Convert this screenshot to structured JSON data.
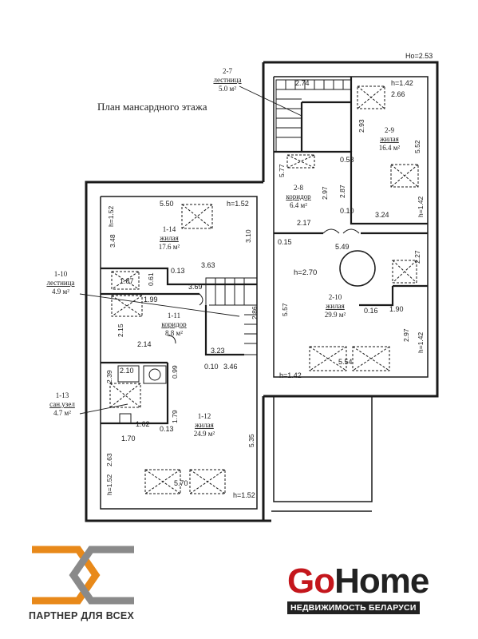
{
  "plan": {
    "title": "План мансардного этажа",
    "height_mark": "Ho=2.53",
    "rooms": [
      {
        "id": "2-7",
        "name": "лестница",
        "area": "5.0 м²"
      },
      {
        "id": "2-8",
        "name": "коридор",
        "area": "6.4 м²"
      },
      {
        "id": "2-9",
        "name": "жилая",
        "area": "16.4 м²"
      },
      {
        "id": "2-10",
        "name": "жилая",
        "area": "29.9 м²"
      },
      {
        "id": "1-14",
        "name": "жилая",
        "area": "17.6 м²"
      },
      {
        "id": "1-10",
        "name": "лестница",
        "area": "4.9 м²"
      },
      {
        "id": "1-11",
        "name": "коридор",
        "area": "8.8 м²"
      },
      {
        "id": "1-13",
        "name": "сан.узел",
        "area": "4.7 м²"
      },
      {
        "id": "1-12",
        "name": "жилая",
        "area": "24.9 м²"
      }
    ],
    "heights": {
      "h142": "h=1.42",
      "h152": "h=1.52",
      "h270": "h=2.70",
      "h152v": "h=1.52",
      "h142v": "h=1.42"
    },
    "dims": {
      "d274": "2.74",
      "d266": "2.66",
      "d293": "2.93",
      "d552": "5.52",
      "d577": "5.77",
      "d058": "0.58",
      "d297": "2.97",
      "d287": "2.87",
      "d010a": "0.10",
      "d217": "2.17",
      "d324": "3.24",
      "d015": "0.15",
      "d549": "5.49",
      "d227": "2.27",
      "d557": "5.57",
      "d016": "0.16",
      "d190": "1.90",
      "d297b": "2.97",
      "d554": "5.54",
      "d550": "5.50",
      "d348": "3.48",
      "d310": "3.10",
      "d013a": "0.13",
      "d363": "3.63",
      "d187": "1.87",
      "d061": "0.61",
      "d369": "3.69",
      "d199": "1.99",
      "d215": "2.15",
      "d214": "2.14",
      "d286": "2.86",
      "d323": "3.23",
      "d010b": "0.10",
      "d346": "3.46",
      "d239": "2.39",
      "d210": "2.10",
      "d099": "0.99",
      "d179": "1.79",
      "d162": "1.62",
      "d013b": "0.13",
      "d170": "1.70",
      "d535": "5.35",
      "d263": "2.63",
      "d570": "5.70"
    }
  },
  "logos": {
    "partner_tagline": "ПАРТНЕР ДЛЯ ВСЕХ",
    "brand_go": "Go",
    "brand_home": "Home",
    "brand_sub": "НЕДВИЖИМОСТЬ БЕЛАРУСИ",
    "accent_orange": "#e8891a",
    "accent_gray": "#8a8a8a",
    "brand_red": "#c4161c"
  }
}
